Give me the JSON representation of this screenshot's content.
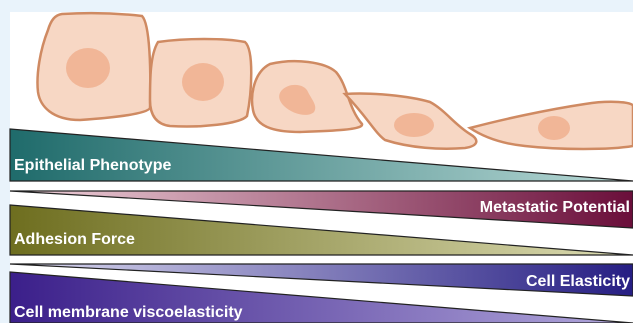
{
  "colors": {
    "background": "#e9f3fb",
    "panel": "#ffffff",
    "cell_fill": "#f7d7c4",
    "cell_stroke": "#cf8a62",
    "nucleus": "#f1b697",
    "epithelial_dark": "#1f6b6b",
    "epithelial_light": "#b8d9d6",
    "metastatic_light": "#f1d4dc",
    "metastatic_dark": "#6a0e3a",
    "adhesion_dark": "#6e6e1f",
    "adhesion_light": "#dcdcb3",
    "elasticity_light": "#dddcf1",
    "elasticity_dark": "#261e83",
    "viscoelastic_dark": "#3b1f8a",
    "viscoelastic_light": "#b2a8dc"
  },
  "cells": {
    "count": 5,
    "progression": [
      "epithelial",
      "epithelial",
      "transitional",
      "mesenchymal",
      "mesenchymal"
    ]
  },
  "wedges": [
    {
      "label": "Epithelial Phenotype",
      "trend": "decreasing"
    },
    {
      "label": "Metastatic Potential",
      "trend": "increasing"
    },
    {
      "label": "Adhesion Force",
      "trend": "decreasing"
    },
    {
      "label": "Cell Elasticity",
      "trend": "increasing"
    },
    {
      "label": "Cell membrane viscoelasticity",
      "trend": "decreasing"
    }
  ]
}
